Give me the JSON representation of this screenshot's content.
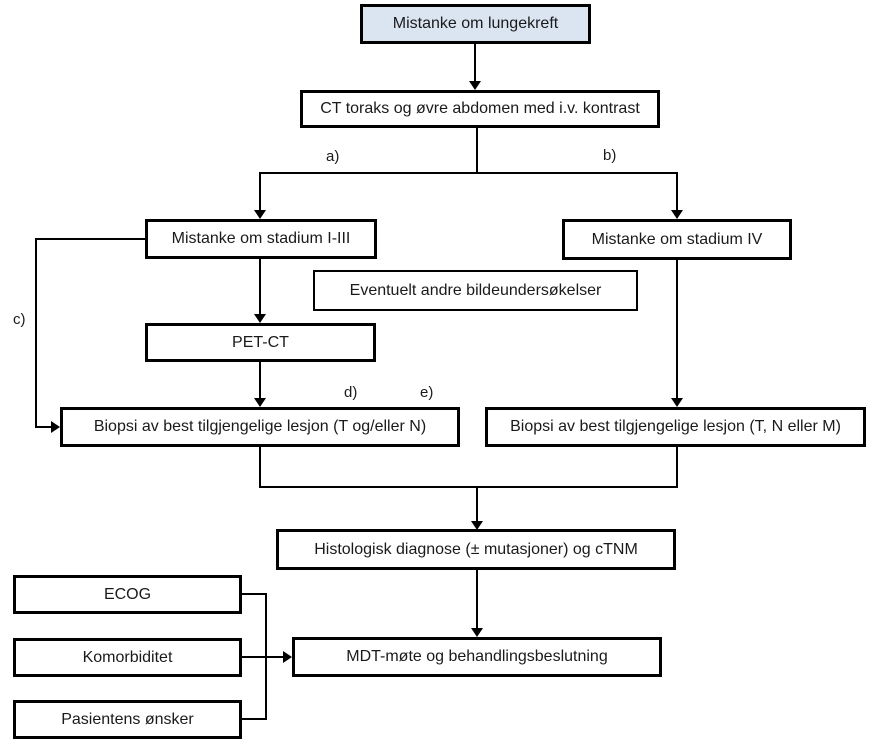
{
  "diagram": {
    "type": "flowchart",
    "language": "no",
    "subject": "lung cancer diagnostic pathway",
    "nodes": {
      "suspicion": {
        "label": "Mistanke om lungekreft"
      },
      "ct": {
        "label": "CT toraks og øvre abdomen med i.v. kontrast"
      },
      "stage13": {
        "label": "Mistanke om stadium I-III"
      },
      "stage4": {
        "label": "Mistanke om stadium IV"
      },
      "imaging": {
        "label": "Eventuelt andre bildeundersøkelser"
      },
      "petct": {
        "label": "PET-CT"
      },
      "biopsy_left": {
        "label": "Biopsi av best tilgjengelige lesjon (T og/eller N)"
      },
      "biopsy_right": {
        "label": "Biopsi av best tilgjengelige lesjon (T, N eller M)"
      },
      "histology": {
        "label": "Histologisk diagnose (± mutasjoner)  og cTNM"
      },
      "ecog": {
        "label": "ECOG"
      },
      "comorbidity": {
        "label": "Komorbiditet"
      },
      "patient_wishes": {
        "label": "Pasientens ønsker"
      },
      "mdt": {
        "label": "MDT-møte og behandlingsbeslutning"
      }
    },
    "annotations": {
      "a": "a)",
      "b": "b)",
      "c": "c)",
      "d": "d)",
      "e": "e)"
    },
    "colors": {
      "highlight_fill": "#dbe5f1",
      "box_fill": "#ffffff",
      "border": "#000000",
      "line": "#000000"
    }
  }
}
